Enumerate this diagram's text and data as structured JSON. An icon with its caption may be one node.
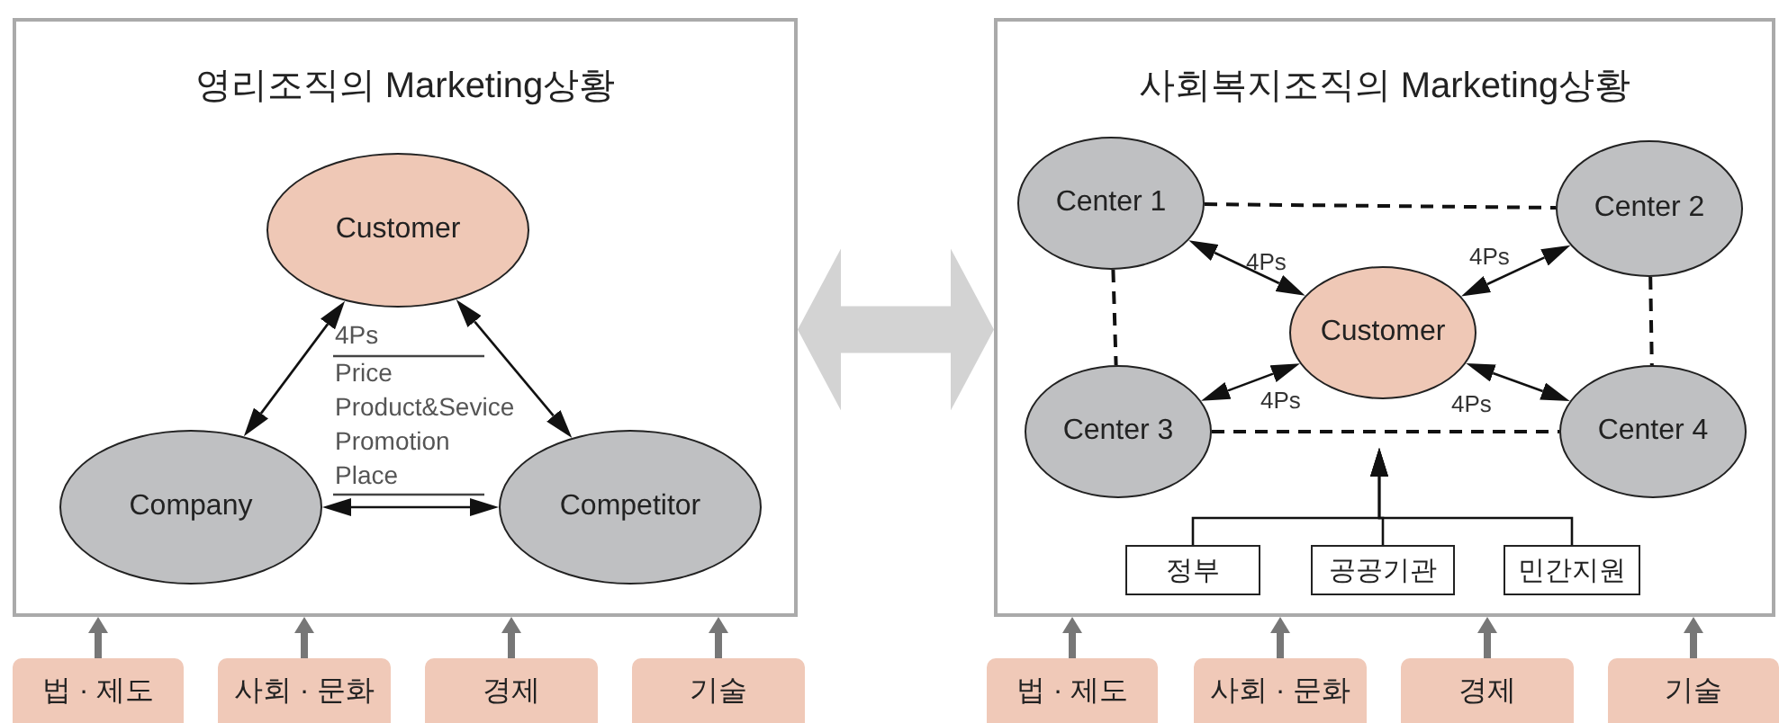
{
  "diagram": {
    "nodes": [
      {
        "text": [
          "영리조직의 Marketing상황"
        ]
      },
      {
        "text": [
          "Customer"
        ],
        "in": 0
      },
      {
        "text": [
          "Company"
        ],
        "in": 0
      },
      {
        "text": [
          "Competitor"
        ],
        "in": 0
      },
      {
        "text": [
          "사회복지조직의 Marketing상황"
        ]
      },
      {
        "text": [
          "Center 1"
        ],
        "in": 4
      },
      {
        "text": [
          "Center 2"
        ],
        "in": 4
      },
      {
        "text": [
          "Customer"
        ],
        "in": 4
      },
      {
        "text": [
          "Center 3"
        ],
        "in": 4
      },
      {
        "text": [
          "Center 4"
        ],
        "in": 4
      },
      {
        "text": [
          "정부"
        ],
        "in": 4
      },
      {
        "text": [
          "공공기관"
        ],
        "in": 4
      },
      {
        "text": [
          "민간지원"
        ],
        "in": 4
      },
      {
        "text": [
          "법 · 제도"
        ]
      },
      {
        "text": [
          "사회 · 문화"
        ]
      },
      {
        "text": [
          "경제"
        ]
      },
      {
        "text": [
          "기술"
        ]
      },
      {
        "text": [
          "법 · 제도"
        ]
      },
      {
        "text": [
          "사회 · 문화"
        ]
      },
      {
        "text": [
          "경제"
        ]
      },
      {
        "text": [
          "기술"
        ]
      }
    ],
    "edges": [
      {
        "from": 2,
        "to": 1,
        "arrow": "both"
      },
      {
        "from": 1,
        "to": 3,
        "arrow": "both"
      },
      {
        "from": 2,
        "to": 3,
        "arrow": "both"
      },
      {
        "from": 5,
        "to": 7,
        "arrow": "both",
        "label": "4Ps"
      },
      {
        "from": 6,
        "to": 7,
        "arrow": "both",
        "label": "4Ps"
      },
      {
        "from": 8,
        "to": 7,
        "arrow": "both",
        "label": "4Ps"
      },
      {
        "from": 9,
        "to": 7,
        "arrow": "both",
        "label": "4Ps"
      },
      {
        "from": 5,
        "to": 6,
        "arrow": "none",
        "style": "dashed"
      },
      {
        "from": 5,
        "to": 8,
        "arrow": "none",
        "style": "dashed"
      },
      {
        "from": 6,
        "to": 9,
        "arrow": "none",
        "style": "dashed"
      },
      {
        "from": 8,
        "to": 9,
        "arrow": "none",
        "style": "dashed"
      },
      {
        "from": 10,
        "to": null,
        "arrow": "to"
      },
      {
        "from": 11,
        "to": null,
        "arrow": "to"
      },
      {
        "from": 12,
        "to": null,
        "arrow": "to"
      },
      {
        "from": 13,
        "to": 0,
        "arrow": "to",
        "style": "thick",
        "color": "#777777"
      },
      {
        "from": 14,
        "to": 0,
        "arrow": "to",
        "style": "thick",
        "color": "#777777"
      },
      {
        "from": 15,
        "to": 0,
        "arrow": "to",
        "style": "thick",
        "color": "#777777"
      },
      {
        "from": 16,
        "to": 0,
        "arrow": "to",
        "style": "thick",
        "color": "#777777"
      },
      {
        "from": 17,
        "to": 4,
        "arrow": "to",
        "style": "thick",
        "color": "#777777"
      },
      {
        "from": 18,
        "to": 4,
        "arrow": "to",
        "style": "thick",
        "color": "#777777"
      },
      {
        "from": 19,
        "to": 4,
        "arrow": "to",
        "style": "thick",
        "color": "#777777"
      },
      {
        "from": 20,
        "to": 4,
        "arrow": "to",
        "style": "thick",
        "color": "#777777"
      },
      {
        "from": 0,
        "to": 4,
        "arrow": "both",
        "style": "thick",
        "color": "#d3d3d3"
      }
    ],
    "labels": [
      "4Ps",
      "Price",
      "Product&Sevice",
      "Promotion",
      "Place"
    ]
  }
}
